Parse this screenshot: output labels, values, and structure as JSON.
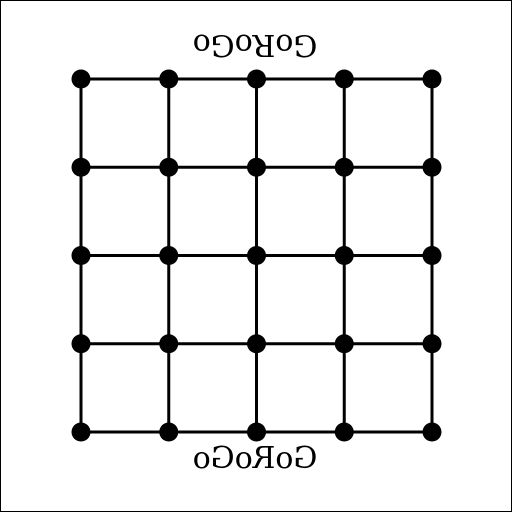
{
  "top_text": "GoRoGo",
  "bottom_text": "GoRoGo",
  "grid": {
    "rows": 5,
    "columns": 5
  },
  "colors": {
    "line": "#000000",
    "node": "#000000",
    "background": "#ffffff"
  }
}
